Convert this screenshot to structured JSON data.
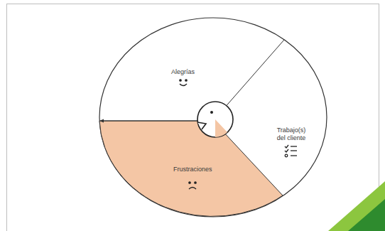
{
  "diagram": {
    "nodes": [
      {
        "text": [
          "Alegrías"
        ]
      },
      {
        "text": [
          "Trabajo(s) del cliente"
        ]
      },
      {
        "text": [
          "Frustraciones"
        ]
      }
    ]
  }
}
